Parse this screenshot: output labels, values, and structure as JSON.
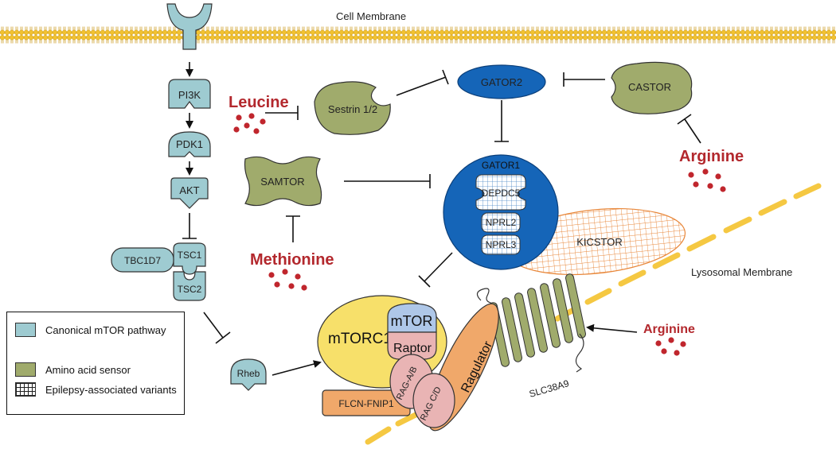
{
  "membrane": {
    "cell": "Cell Membrane",
    "lysosomal": "Lysosomal Membrane"
  },
  "canonical": {
    "pi3k": "PI3K",
    "pdk1": "PDK1",
    "akt": "AKT",
    "tsc1": "TSC1",
    "tsc2": "TSC2",
    "tbc1d7": "TBC1D7",
    "rheb": "Rheb"
  },
  "sensors": {
    "sestrin": "Sestrin 1/2",
    "samtor": "SAMTOR",
    "castor": "CASTOR"
  },
  "amino_acids": {
    "leucine": "Leucine",
    "methionine": "Methionine",
    "arginine_top": "Arginine",
    "arginine_bottom": "Arginine"
  },
  "gator": {
    "gator2": "GATOR2",
    "gator1": "GATOR1",
    "depdc5": "DEPDC5",
    "nprl2": "NPRL2",
    "nprl3": "NPRL3",
    "kicstor": "KICSTOR"
  },
  "mtorc1": {
    "complex": "mTORC1",
    "mtor": "mTOR",
    "raptor": "Raptor",
    "rag_ab": "RAG-A/B",
    "rag_cd": "RAG C/D",
    "ragulator": "Ragulator",
    "flcn": "FLCN-FNIP1",
    "slc38a9": "SLC38A9"
  },
  "legend": {
    "canonical": "Canonical mTOR pathway",
    "amino": "Amino acid sensor",
    "epilepsy": "Epilepsy-associated variants"
  },
  "colors": {
    "canonical": "#9ecbd1",
    "amino_sensor": "#a0ab6c",
    "gator": "#1565b8",
    "mtorc1": "#f7e06a",
    "mtor": "#aec7e8",
    "rag": "#e9b4b4",
    "ragulator": "#f0a86a",
    "amino_acid_text": "#b3282d",
    "membrane": "#f5c842"
  }
}
